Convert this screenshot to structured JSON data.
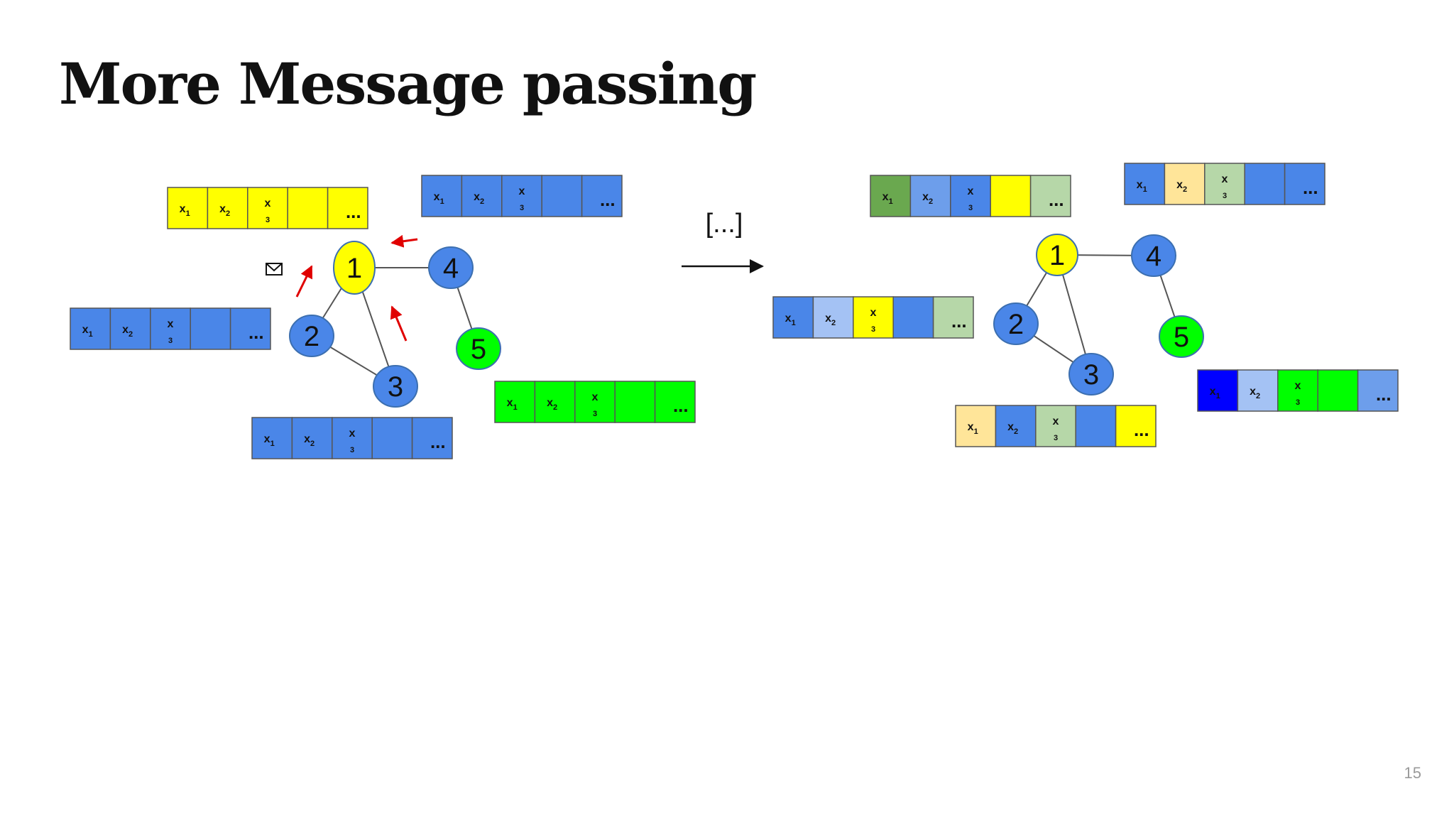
{
  "slide": {
    "title": "More Message passing",
    "page_number": "15",
    "ellipsis_label": "[...]"
  },
  "colors": {
    "yellow": "#ffff00",
    "blue": "#4a86e8",
    "green": "#00ff00",
    "dark_green": "#6aa84f",
    "light_blue": "#a4c2f4",
    "mid_blue": "#6d9eeb",
    "tan": "#ffe599",
    "sage": "#b6d7a8",
    "navy": "#0000ff",
    "arrow_red": "#e00000"
  },
  "cell_labels": {
    "x1": "x",
    "x1_sub": "1",
    "x2": "x",
    "x2_sub": "2",
    "x3": "x",
    "x3_sub": "3",
    "more": "..."
  },
  "graph_before": {
    "nodes": [
      {
        "id": "1",
        "color": "yellow"
      },
      {
        "id": "2",
        "color": "blue"
      },
      {
        "id": "3",
        "color": "blue"
      },
      {
        "id": "4",
        "color": "blue"
      },
      {
        "id": "5",
        "color": "green"
      }
    ],
    "edges": [
      [
        "1",
        "2"
      ],
      [
        "1",
        "3"
      ],
      [
        "2",
        "3"
      ],
      [
        "1",
        "4"
      ],
      [
        "4",
        "5"
      ]
    ],
    "vectors": [
      {
        "node": "1",
        "cells": [
          "yellow",
          "yellow",
          "yellow",
          "yellow",
          "yellow"
        ]
      },
      {
        "node": "4",
        "cells": [
          "blue",
          "blue",
          "blue",
          "blue",
          "blue"
        ]
      },
      {
        "node": "2",
        "cells": [
          "blue",
          "blue",
          "blue",
          "blue",
          "blue"
        ]
      },
      {
        "node": "3",
        "cells": [
          "blue",
          "blue",
          "blue",
          "blue",
          "blue"
        ]
      },
      {
        "node": "5",
        "cells": [
          "green",
          "green",
          "green",
          "green",
          "green"
        ]
      }
    ],
    "message_icon": "envelope-icon"
  },
  "graph_after": {
    "nodes": [
      {
        "id": "1",
        "color": "yellow"
      },
      {
        "id": "2",
        "color": "blue"
      },
      {
        "id": "3",
        "color": "blue"
      },
      {
        "id": "4",
        "color": "blue"
      },
      {
        "id": "5",
        "color": "green"
      }
    ],
    "edges": [
      [
        "1",
        "2"
      ],
      [
        "1",
        "3"
      ],
      [
        "2",
        "3"
      ],
      [
        "1",
        "4"
      ],
      [
        "4",
        "5"
      ]
    ],
    "vectors": [
      {
        "node": "1",
        "cells": [
          "dark_green",
          "mid_blue",
          "blue",
          "yellow",
          "sage"
        ]
      },
      {
        "node": "4",
        "cells": [
          "blue",
          "tan",
          "sage",
          "blue",
          "blue"
        ]
      },
      {
        "node": "2",
        "cells": [
          "blue",
          "light_blue",
          "yellow",
          "blue",
          "sage"
        ]
      },
      {
        "node": "3",
        "cells": [
          "tan",
          "blue",
          "sage",
          "blue",
          "yellow"
        ]
      },
      {
        "node": "5",
        "cells": [
          "navy",
          "light_blue",
          "green",
          "green",
          "mid_blue"
        ]
      }
    ]
  }
}
